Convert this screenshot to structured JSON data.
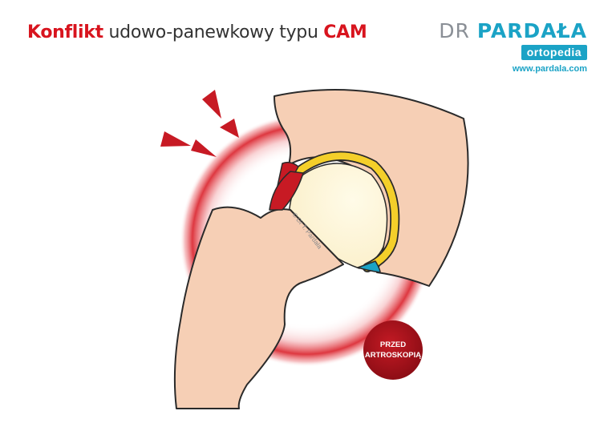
{
  "header": {
    "title_highlight": "Konflikt",
    "title_middle": " udowo-panewkowy typu ",
    "title_end": "CAM"
  },
  "brand": {
    "name_prefix": "DR ",
    "name_main": "PARDAŁA",
    "badge": "ortopedia",
    "url": "www.pardala.com"
  },
  "diagram": {
    "copyright": "© Dr T. Pardała",
    "badge_line1": "PRZED",
    "badge_line2": "ARTROSKOPIĄ"
  },
  "colors": {
    "accent_red": "#d8141e",
    "brand_blue": "#1ba3c6",
    "bone": "#f6cfb5",
    "cartilage": "#f4cf2a",
    "badge": "#a3111a"
  }
}
